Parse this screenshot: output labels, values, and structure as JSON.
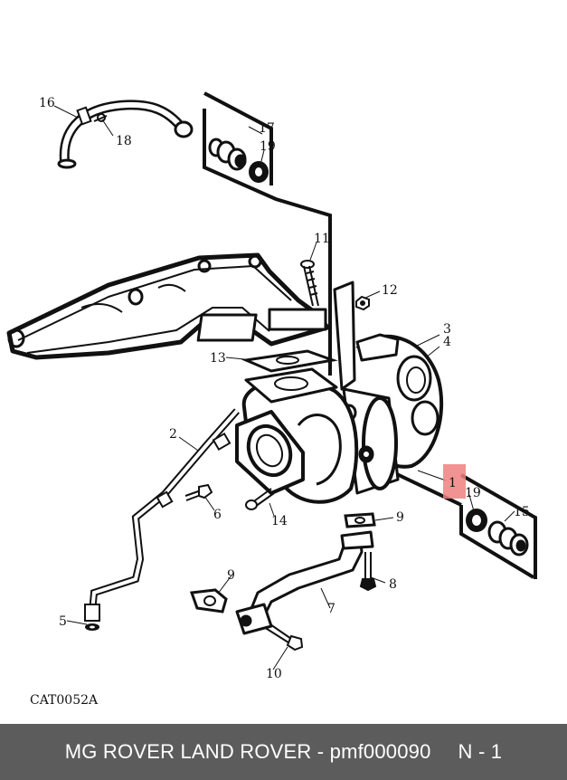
{
  "diagram": {
    "catalog_ref": "CAT0052A",
    "highlight_color": "#f08080",
    "callouts": {
      "c1": "1",
      "c2": "2",
      "c3": "3",
      "c4": "4",
      "c5": "5",
      "c6": "6",
      "c7": "7",
      "c8": "8",
      "c9a": "9",
      "c9b": "9",
      "c10": "10",
      "c11": "11",
      "c12": "12",
      "c13": "13",
      "c14": "14",
      "c15": "15",
      "c16": "16",
      "c17": "17",
      "c18": "18",
      "c19a": "19",
      "c19b": "19"
    }
  },
  "footer": {
    "title": "MG ROVER LAND ROVER - pmf000090",
    "page": "N - 1"
  }
}
